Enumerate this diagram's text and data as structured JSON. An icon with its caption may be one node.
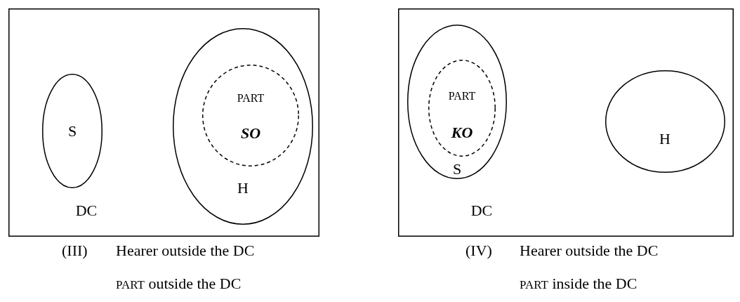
{
  "diagram": {
    "nodes": [
      {
        "text": [
          "DC"
        ]
      },
      {
        "text": [
          "S"
        ],
        "in": 0
      },
      {
        "text": [
          "H"
        ],
        "in": 0
      },
      {
        "text": [
          "PART",
          "SO"
        ],
        "in": 2
      },
      {
        "text": [
          "DC"
        ]
      },
      {
        "text": [
          "S"
        ],
        "in": 4
      },
      {
        "text": [
          "PART",
          "KO"
        ],
        "in": 5
      },
      {
        "text": [
          "H"
        ],
        "in": 4
      }
    ],
    "labels": [
      "(III)",
      "Hearer outside the DC",
      "PART outside the DC",
      "(IV)",
      "Hearer outside the DC",
      "PART inside the DC"
    ]
  }
}
